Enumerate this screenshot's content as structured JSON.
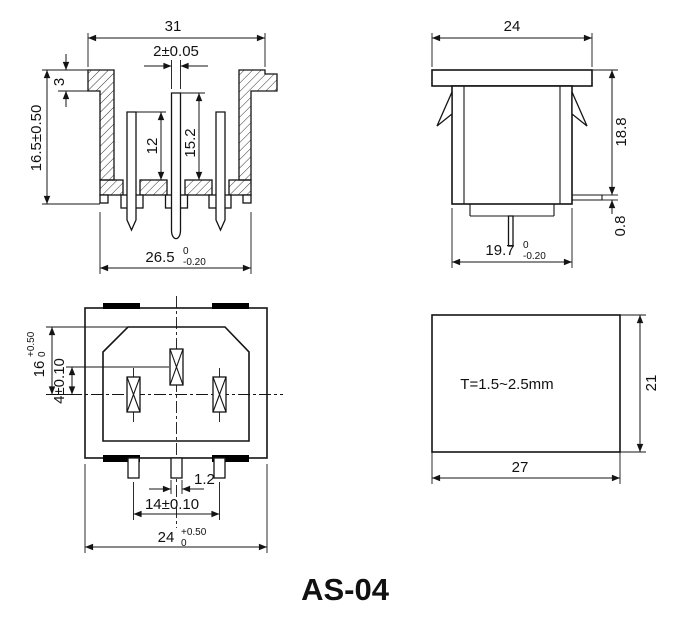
{
  "title": "AS-04",
  "section_view": {
    "width_top": "31",
    "pin_width": "2±0.05",
    "flange_thickness": "3",
    "height": "16.5±0.50",
    "pin_side_len": "12",
    "pin_center_len": "15.2",
    "bottom_width": "26.5",
    "bottom_tol_hi": "0",
    "bottom_tol_lo": "-0.20"
  },
  "side_view": {
    "width_top": "24",
    "height": "18.8",
    "tab_thickness": "0.8",
    "bottom_width": "19.7",
    "bottom_tol_hi": "0",
    "bottom_tol_lo": "-0.20"
  },
  "front_view": {
    "opening_height": "16",
    "opening_height_tol_hi": "+0.50",
    "opening_height_tol_lo": "0",
    "pin_offset": "4±0.10",
    "pin_thickness": "1.2",
    "pin_pitch": "14±0.10",
    "width": "24",
    "width_tol_hi": "+0.50",
    "width_tol_lo": "0"
  },
  "panel_view": {
    "thickness_note": "T=1.5~2.5mm",
    "height": "21",
    "width": "27"
  }
}
